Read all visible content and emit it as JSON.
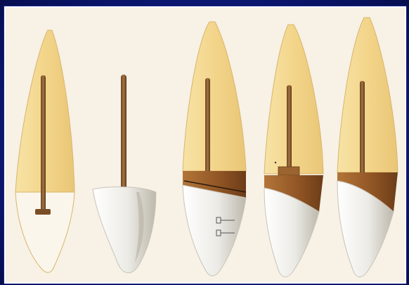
{
  "figure": {
    "background_color": "#0b1670",
    "panel_color": "#f7f1e6",
    "colors": {
      "root": "#f3d893",
      "root_edge": "#d9b56a",
      "post": "#8a5a2e",
      "post_dark": "#5a3a1c",
      "crown": "#f2f0ea",
      "crown_shadow": "#c9c4b8",
      "core": "#9b5f2a"
    },
    "panels": [
      {
        "id": "tooth-1",
        "description_icon": "tooth-with-post-in-canal"
      },
      {
        "id": "tooth-2",
        "description_icon": "post-crown-separate"
      },
      {
        "id": "tooth-3",
        "description_icon": "tooth-with-cast-core-and-crown"
      },
      {
        "id": "tooth-4",
        "description_icon": "tooth-with-core-step-and-crown"
      },
      {
        "id": "tooth-5",
        "description_icon": "tooth-with-integrated-post-crown"
      }
    ]
  }
}
